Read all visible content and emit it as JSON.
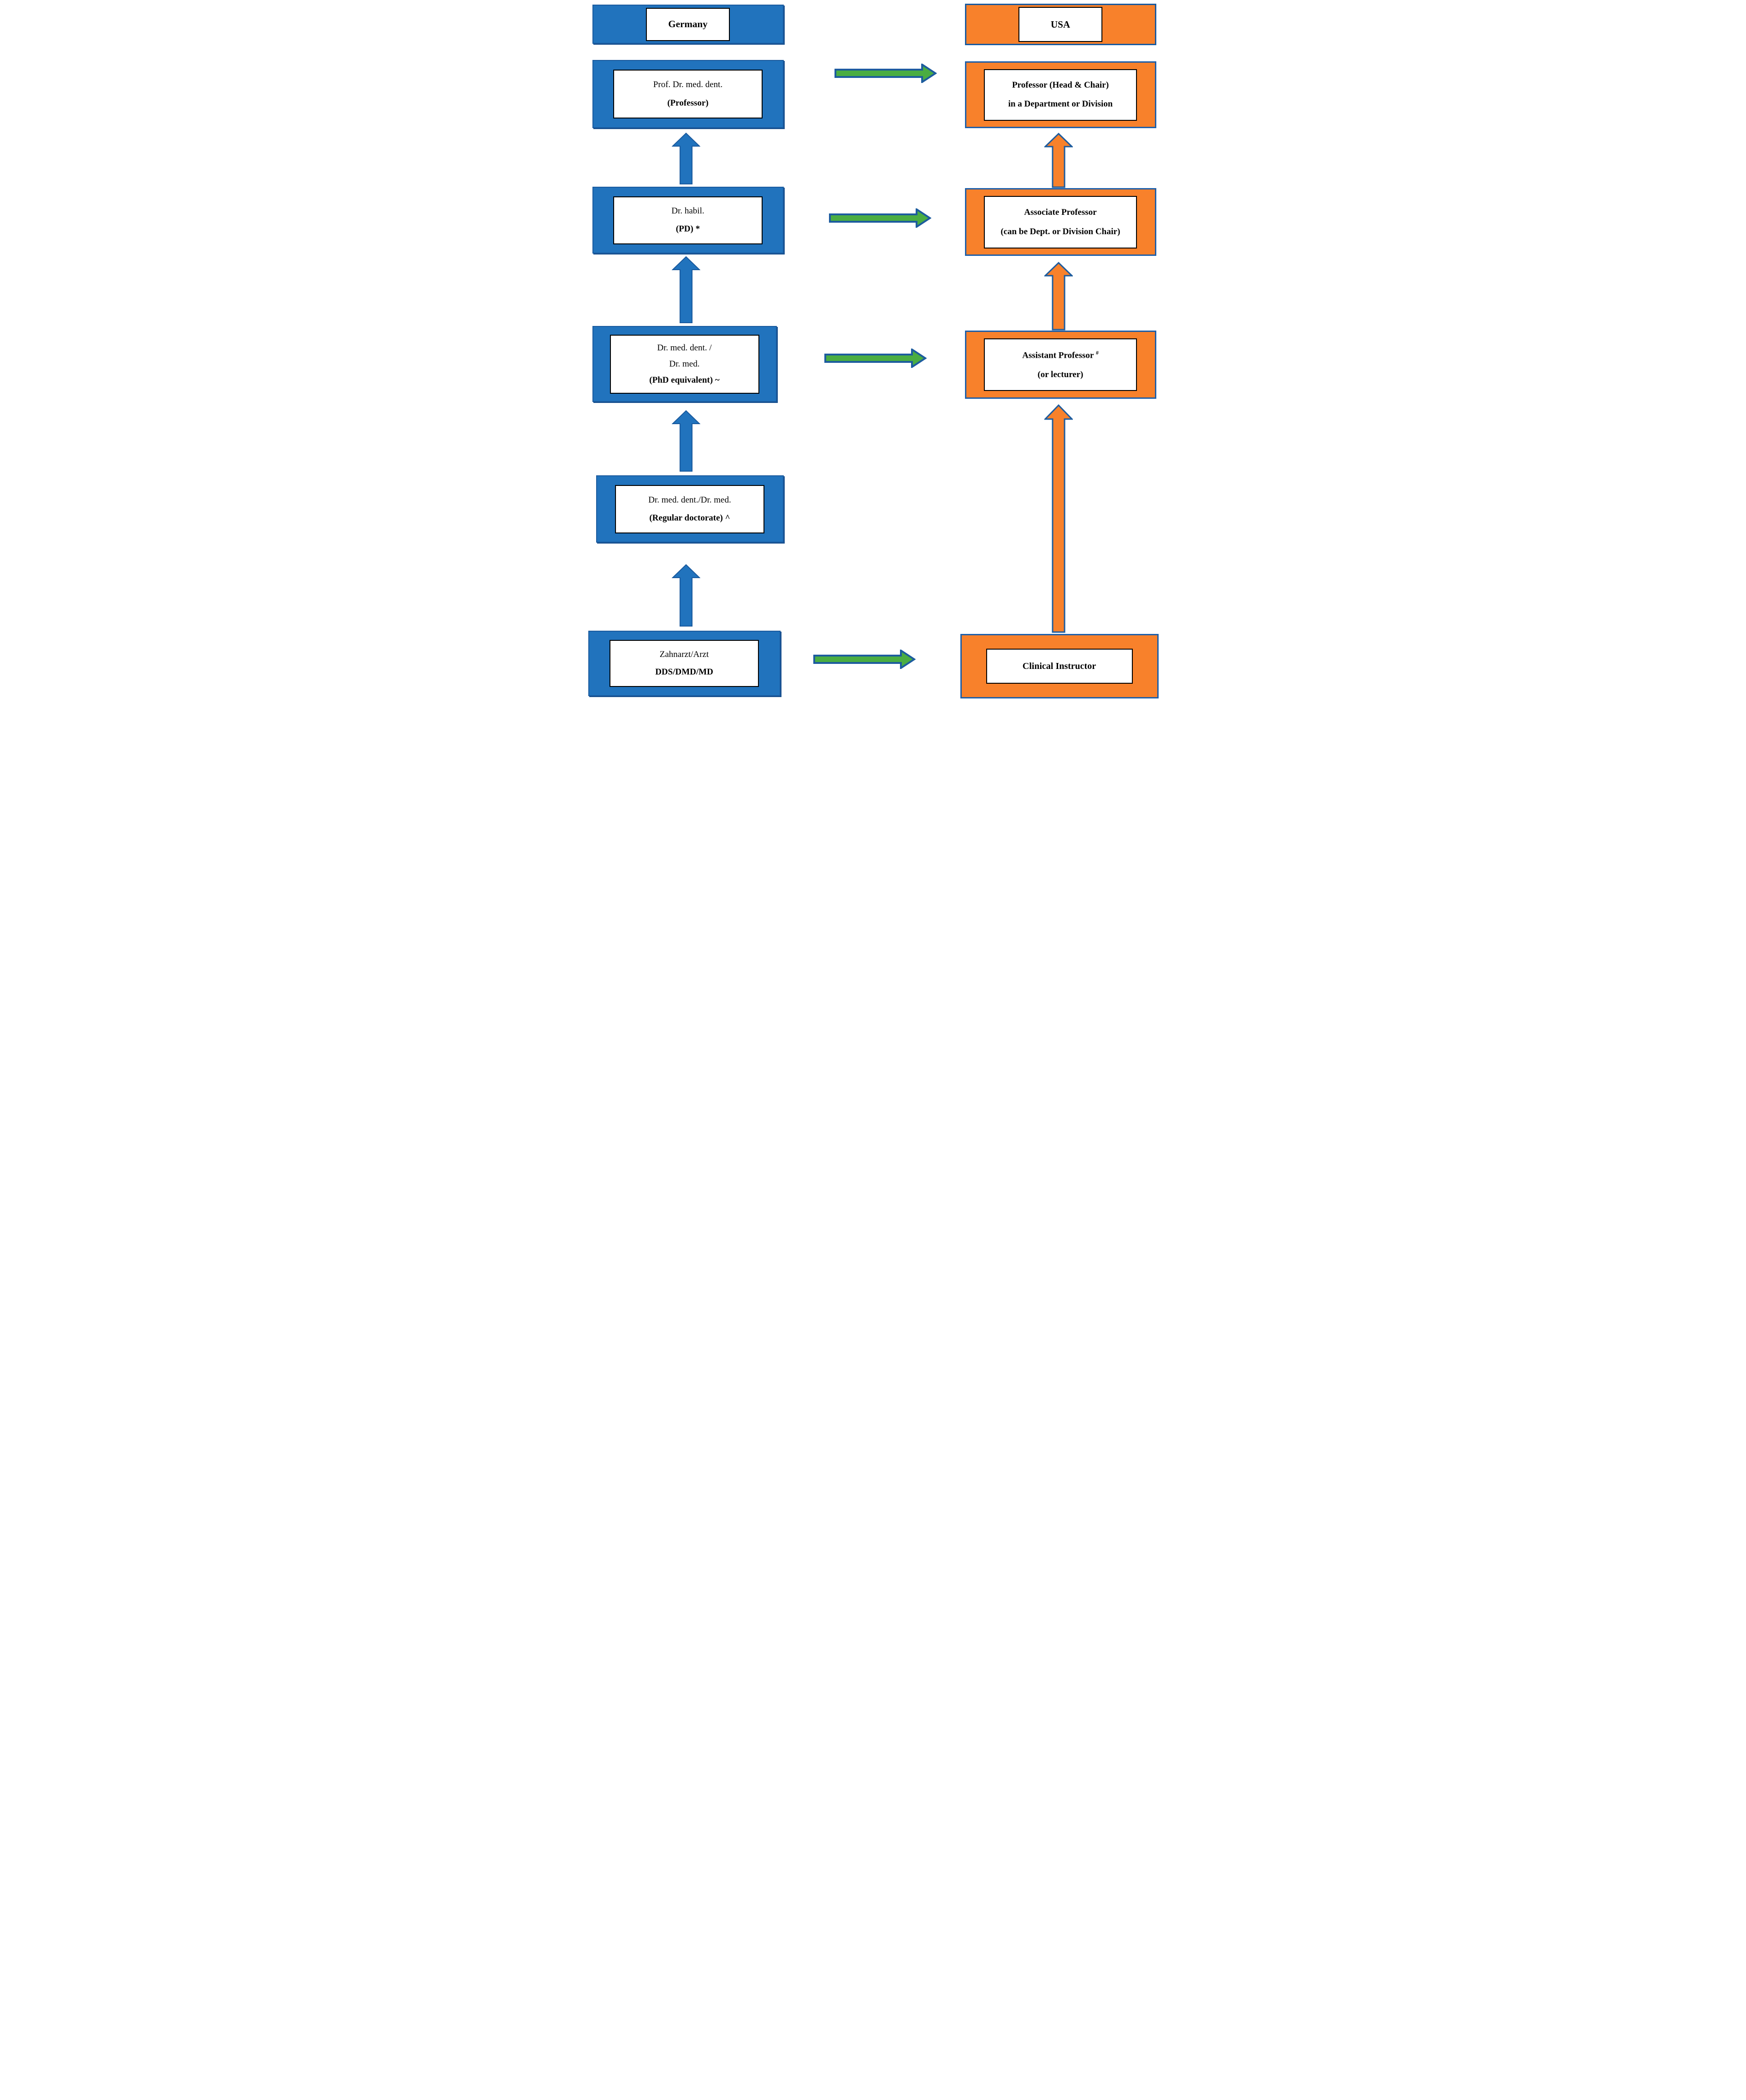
{
  "diagram": {
    "left": {
      "header": "Germany",
      "boxes": [
        {
          "line1": "Prof. Dr. med. dent.",
          "line2": "(Professor)"
        },
        {
          "line1": "Dr. habil.",
          "line2": "(PD) *"
        },
        {
          "line1": "Dr. med. dent. /",
          "line2": "Dr. med.",
          "line3": "(PhD equivalent) ~"
        },
        {
          "line1": "Dr. med. dent./Dr. med.",
          "line2": "(Regular doctorate) ^"
        },
        {
          "line1": "Zahnarzt/Arzt",
          "line2": "DDS/DMD/MD"
        }
      ]
    },
    "right": {
      "header": "USA",
      "boxes": [
        {
          "line1": "Professor (Head & Chair)",
          "line2": "in a Department or Division"
        },
        {
          "line1": "Associate Professor",
          "line2": "(can be Dept. or Division Chair)"
        },
        {
          "line1": "Assistant Professor",
          "superscript": "#",
          "line2": "(or lecturer)"
        },
        {
          "line1": "Clinical Instructor"
        }
      ]
    },
    "colors": {
      "germany_blue": "#2173bd",
      "usa_orange": "#f8812b",
      "arrow_green": "#4aad42",
      "arrow_outline_blue": "#1d5c9e",
      "inner_border_black": "#000000"
    }
  }
}
